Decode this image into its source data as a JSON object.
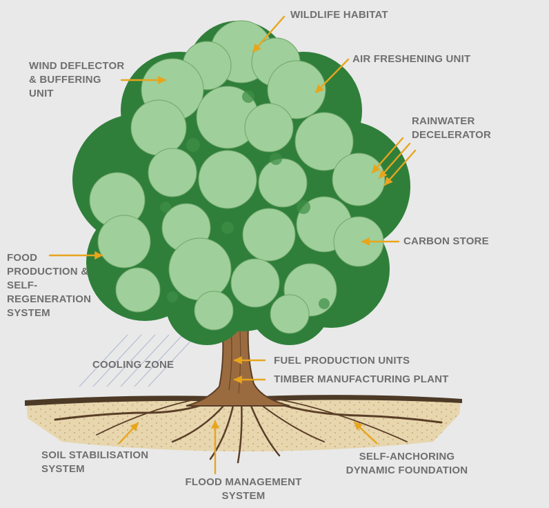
{
  "colors": {
    "background": "#e9e9e9",
    "label_text": "#6f6f6f",
    "arrow": "#e8a51c",
    "leaf_light": "#9fcf9a",
    "leaf_dark": "#2f7f3a",
    "trunk": "#9b6b40",
    "soil": "#e7d6ae"
  },
  "labels": {
    "wildlife": [
      "WILDLIFE HABITAT"
    ],
    "wind": [
      "WIND DEFLECTOR",
      "& BUFFERING",
      "UNIT"
    ],
    "air": [
      "AIR FRESHENING UNIT"
    ],
    "rain": [
      "RAINWATER",
      "DECELERATOR"
    ],
    "carbon": [
      "CARBON STORE"
    ],
    "food": [
      "FOOD",
      "PRODUCTION &",
      "SELF-",
      "REGENERATION",
      "SYSTEM"
    ],
    "cooling": [
      "COOLING ZONE"
    ],
    "fuel": [
      "FUEL PRODUCTION UNITS"
    ],
    "timber": [
      "TIMBER MANUFACTURING PLANT"
    ],
    "soil": [
      "SOIL STABILISATION",
      "SYSTEM"
    ],
    "anchor": [
      "SELF-ANCHORING",
      "DYNAMIC FOUNDATION"
    ],
    "flood": [
      "FLOOD MANAGEMENT",
      "SYSTEM"
    ]
  }
}
